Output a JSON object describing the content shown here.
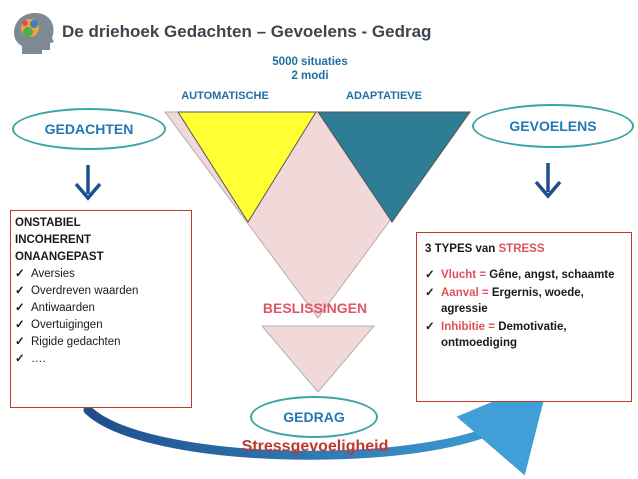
{
  "title": "De driehoek Gedachten – Gevoelens - Gedrag",
  "header_icon": "head-brain-icon",
  "situaties": "5000 situaties",
  "modi": "2 modi",
  "automatische": "AUTOMATISCHE",
  "adaptatieve": "ADAPTATIEVE",
  "gedachten": "GEDACHTEN",
  "gevoelens": "GEVOELENS",
  "gedrag": "GEDRAG",
  "beslissingen": "BESLISSINGEN",
  "stressgevoeligheid": "Stressgevoeligheid",
  "left_box": {
    "headers": [
      "ONSTABIEL",
      "INCOHERENT",
      "ONAANGEPAST"
    ],
    "items": [
      "Aversies",
      "Overdreven waarden",
      "Antiwaarden",
      "Overtuigingen",
      "Rigide gedachten",
      "…."
    ]
  },
  "right_box": {
    "heading_prefix": "3 TYPES van ",
    "heading_stress": "STRESS",
    "items": [
      {
        "term": "Vlucht =",
        "desc": " Gêne, angst, schaamte"
      },
      {
        "term": "Aanval =",
        "desc": " Ergernis, woede, agressie"
      },
      {
        "term": "Inhibitie =",
        "desc": " Demotivatie, ontmoediging"
      }
    ]
  },
  "colors": {
    "yellow": "#ffff33",
    "teal": "#2e7d95",
    "pink": "#f2d9d9",
    "arrow_blue": "#1f4e8c",
    "oval_border": "#39a6a2",
    "box_border": "#c0392b",
    "stress_red": "#e0525a"
  },
  "checkmark": "✓"
}
